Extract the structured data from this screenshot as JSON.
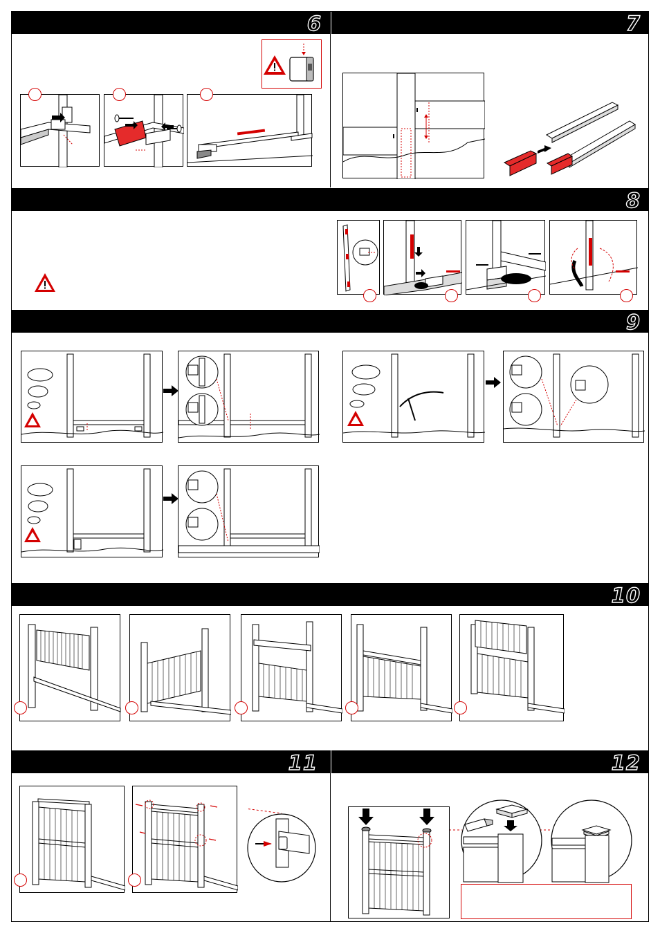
{
  "steps": {
    "s6": "6",
    "s7": "7",
    "s8": "8",
    "s9": "9",
    "s10": "10",
    "s11": "11",
    "s12": "12"
  },
  "colors": {
    "accent": "#d40000",
    "bar": "#000000"
  },
  "icons": [
    "warning-triangle-icon",
    "arrow-right-icon",
    "screw-icon",
    "pickaxe-icon",
    "post-cap-icon",
    "glue-tube-icon"
  ]
}
